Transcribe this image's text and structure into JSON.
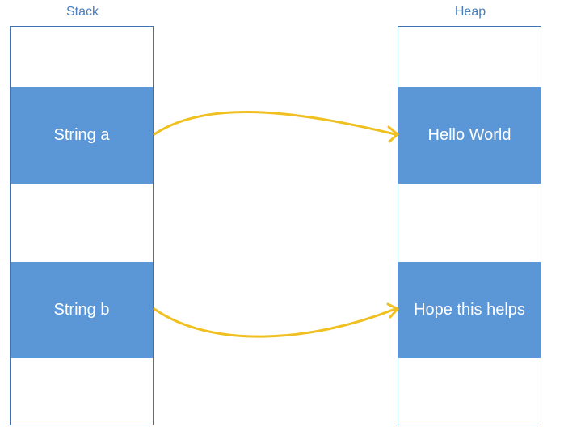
{
  "stack": {
    "title": "Stack",
    "cells": [
      "String a",
      "String b"
    ]
  },
  "heap": {
    "title": "Heap",
    "cells": [
      "Hello World",
      "Hope this helps"
    ]
  },
  "colors": {
    "cell_fill": "#5b97d6",
    "border": "#3f72b0",
    "title_text": "#4a7ebb",
    "arrow": "#f0c020"
  }
}
